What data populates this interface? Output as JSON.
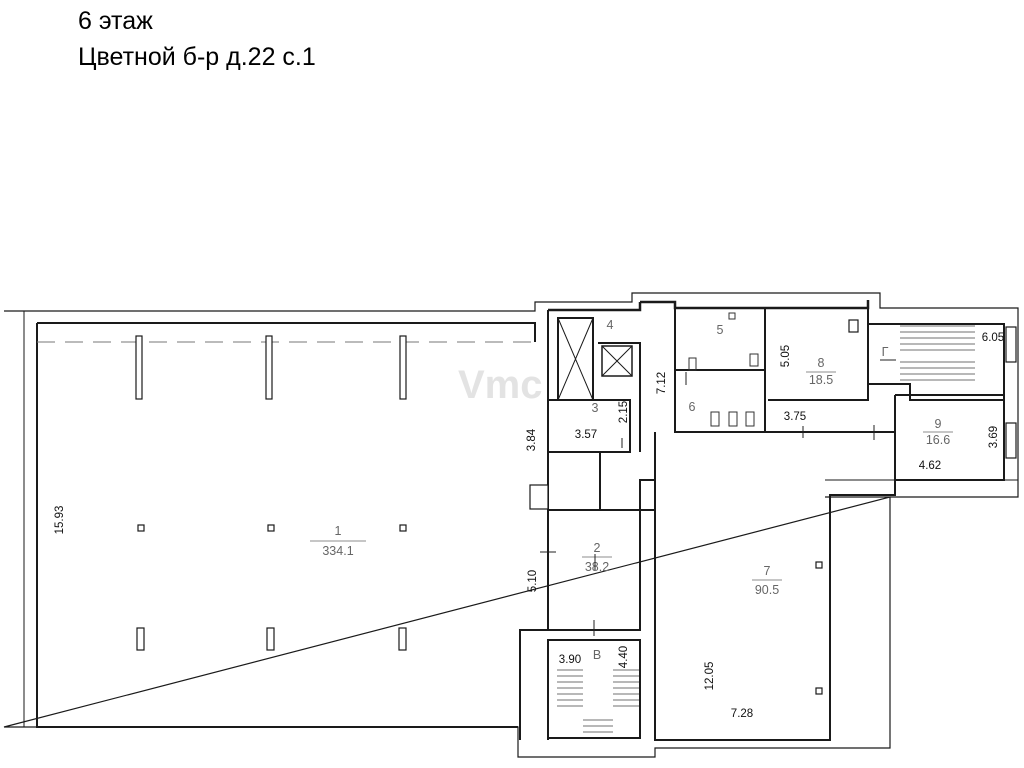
{
  "header": {
    "floor": "6 этаж",
    "address": "Цветной б-р д.22 с.1"
  },
  "watermark": {
    "text": "Vmc"
  },
  "rooms": [
    {
      "id": "1",
      "area": "334.1"
    },
    {
      "id": "2",
      "area": "38.2"
    },
    {
      "id": "3"
    },
    {
      "id": "4"
    },
    {
      "id": "5"
    },
    {
      "id": "6"
    },
    {
      "id": "7",
      "area": "90.5"
    },
    {
      "id": "8",
      "area": "18.5"
    },
    {
      "id": "9",
      "area": "16.6"
    },
    {
      "id": "Г"
    },
    {
      "id": "В"
    }
  ],
  "dimensions": [
    "15.93",
    "3.84",
    "3.57",
    "2.15",
    "7.12",
    "5.05",
    "3.75",
    "6.05",
    "3.69",
    "4.62",
    "5.10",
    "3.90",
    "4.40",
    "12.05",
    "7.28"
  ],
  "colors": {
    "wall": "#1a1a1a",
    "label": "#666666",
    "watermark": "#e3e3e3"
  }
}
